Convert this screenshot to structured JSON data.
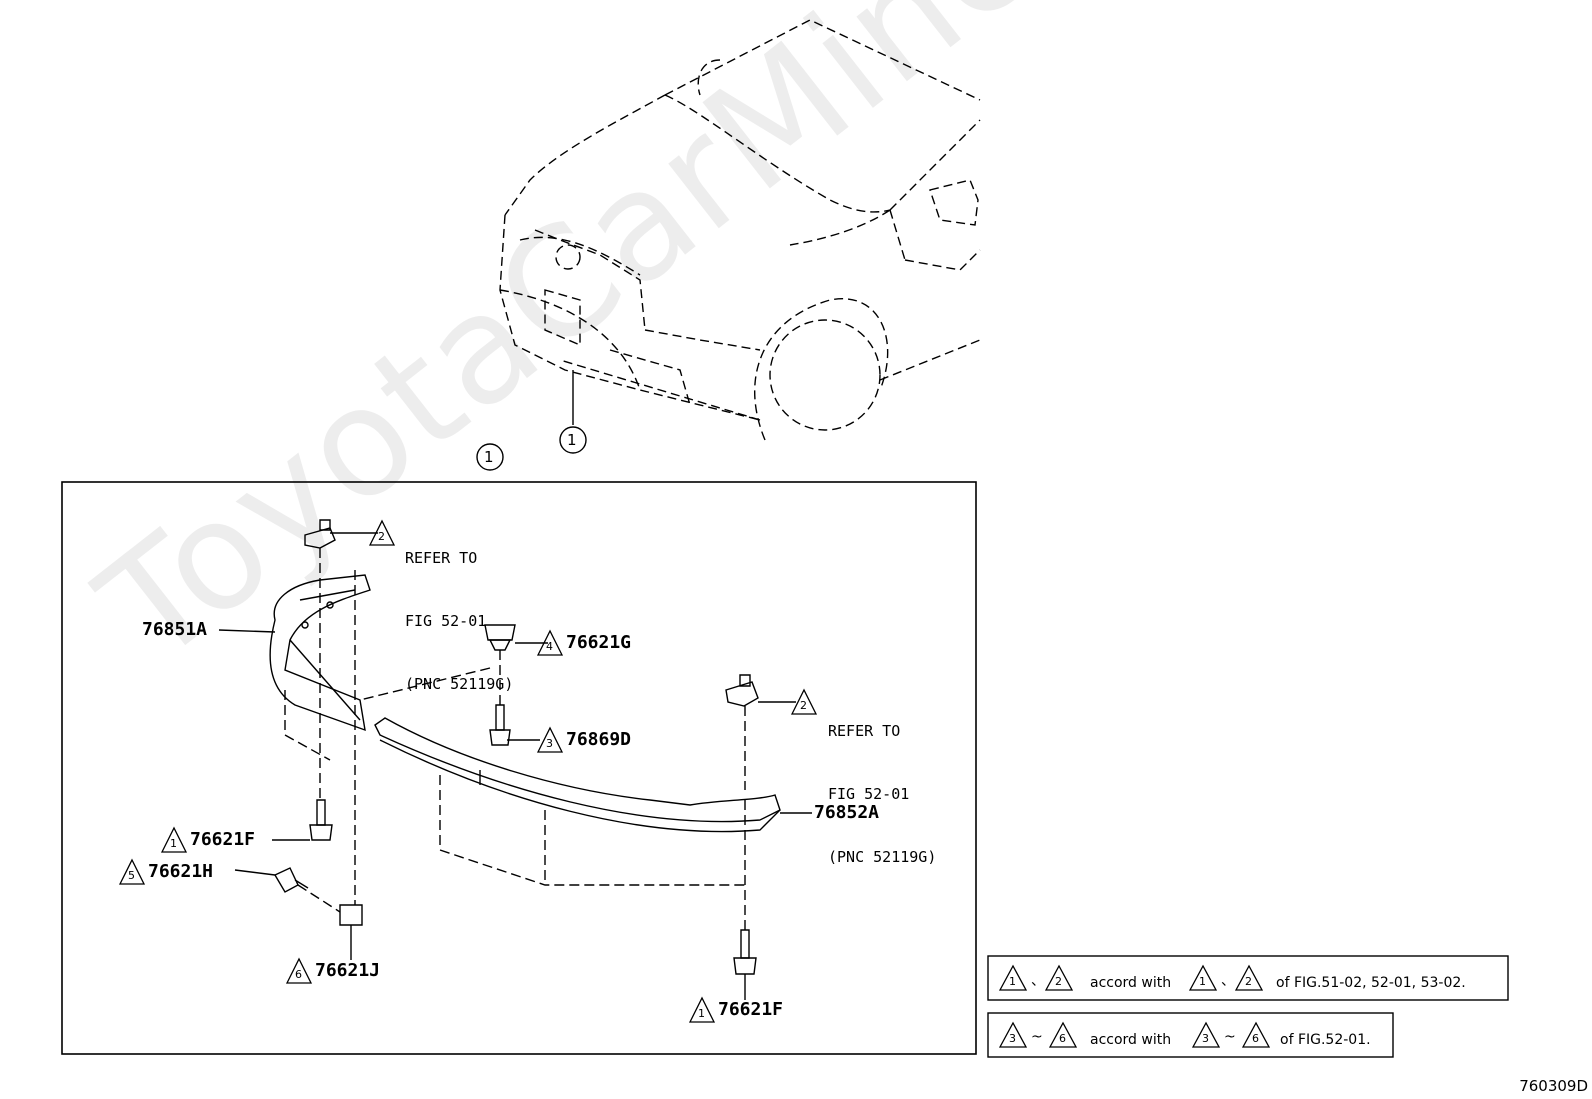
{
  "watermark": "ToyotaCarMine.ru",
  "figure_id": "760309D",
  "callout_main": "1",
  "callout_detail": "1",
  "parts": {
    "p76851A": "76851A",
    "p76852A": "76852A",
    "p76621G": "76621G",
    "p76869D": "76869D",
    "p76621F_left": "76621F",
    "p76621F_bottom": "76621F",
    "p76621H": "76621H",
    "p76621J": "76621J"
  },
  "triangles": {
    "t_refer_left": "2",
    "t_refer_right": "2",
    "t_76621G": "4",
    "t_76869D": "3",
    "t_76621F_left": "1",
    "t_76621F_bottom": "1",
    "t_76621H": "5",
    "t_76621J": "6"
  },
  "refer_left": [
    "REFER TO",
    "FIG 52-01",
    "(PNC 52119G)"
  ],
  "refer_right": [
    "REFER TO",
    "FIG 52-01",
    "(PNC 52119G)"
  ],
  "notes": {
    "note1": {
      "a": "1",
      "sep1": "、",
      "b": "2",
      "text": "accord with",
      "c": "1",
      "sep2": "、",
      "d": "2",
      "tail": "of FIG.51-02, 52-01, 53-02."
    },
    "note2": {
      "a": "3",
      "sep1": "~",
      "b": "6",
      "text": "accord with",
      "c": "3",
      "sep2": "~",
      "d": "6",
      "tail": "of FIG.52-01."
    }
  }
}
